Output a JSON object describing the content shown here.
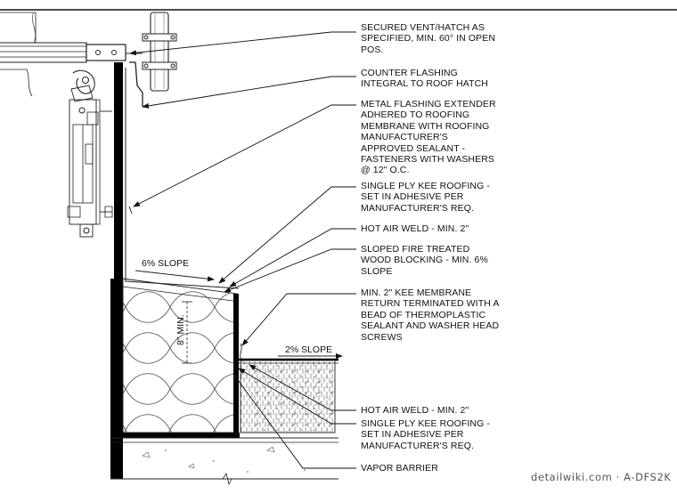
{
  "notes": [
    {
      "id": "vent",
      "text": "SECURED VENT/HATCH AS\nSPECIFIED, MIN. 60° IN OPEN\nPOS."
    },
    {
      "id": "counter",
      "text": "COUNTER FLASHING\nINTEGRAL TO ROOF HATCH"
    },
    {
      "id": "extender",
      "text": "METAL FLASHING EXTENDER\nADHERED TO ROOFING\nMEMBRANE WITH ROOFING\nMANUFACTURER'S\nAPPROVED SEALANT -\nFASTENERS WITH WASHERS\n@ 12\" O.C."
    },
    {
      "id": "roofing1",
      "text": "SINGLE PLY KEE ROOFING -\nSET IN ADHESIVE PER\nMANUFACTURER'S REQ."
    },
    {
      "id": "weld1",
      "text": "HOT AIR WELD - MIN. 2\""
    },
    {
      "id": "blocking",
      "text": "SLOPED FIRE TREATED\nWOOD BLOCKING - MIN. 6%\nSLOPE"
    },
    {
      "id": "membrane",
      "text": "MIN. 2\" KEE MEMBRANE\nRETURN TERMINATED WITH A\nBEAD OF THERMOPLASTIC\nSEALANT AND WASHER HEAD\nSCREWS"
    },
    {
      "id": "weld2",
      "text": "HOT AIR WELD - MIN. 2\""
    },
    {
      "id": "roofing2",
      "text": "SINGLE PLY KEE ROOFING -\nSET IN ADHESIVE PER\nMANUFACTURER'S REQ."
    },
    {
      "id": "vapor",
      "text": "VAPOR BARRIER"
    }
  ],
  "dimensions": {
    "slope_top": "6% SLOPE",
    "slope_roof": "2% SLOPE",
    "curb_height": "8\" MIN."
  },
  "watermark": "detailwiki.com · A-DFS2K"
}
